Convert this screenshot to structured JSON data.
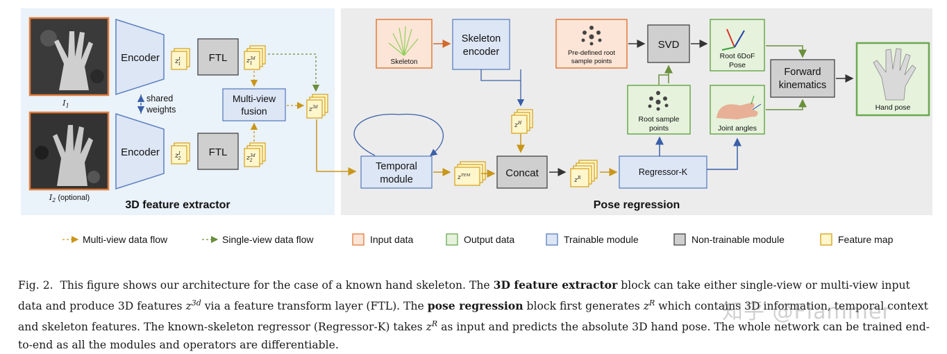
{
  "extractor": {
    "title": "3D feature extractor",
    "encoder1": "Encoder",
    "encoder2": "Encoder",
    "ftl1": "FTL",
    "ftl2": "FTL",
    "shared_line1": "shared",
    "shared_line2": "weights",
    "fusion_line1": "Multi-view",
    "fusion_line2": "fusion",
    "image1_label": "I",
    "image1_sub": "1",
    "image2_label": "I",
    "image2_sub": "2",
    "image2_note": " (optional)",
    "z1I": "z",
    "z1I_sup": "I",
    "z1I_sub": "1",
    "z2I": "z",
    "z2I_sup": "I",
    "z2I_sub": "2",
    "z13d": "z",
    "z13d_sup": "3d",
    "z13d_sub": "1",
    "z23d": "z",
    "z23d_sup": "3d",
    "z23d_sub": "2",
    "z3d": "z",
    "z3d_sup": "3d"
  },
  "regression": {
    "title": "Pose regression",
    "skeleton": "Skeleton",
    "skel_enc_line1": "Skeleton",
    "skel_enc_line2": "encoder",
    "predefined_line1": "Pre-defined root",
    "predefined_line2": "sample points",
    "svd": "SVD",
    "root6dof_line1": "Root 6DoF",
    "root6dof_line2": "Pose",
    "fk_line1": "Forward",
    "fk_line2": "kinematics",
    "hand_pose": "Hand pose",
    "root_sample_line1": "Root sample",
    "root_sample_line2": "points",
    "joint_angles": "Joint angles",
    "temporal_line1": "Temporal",
    "temporal_line2": "module",
    "concat": "Concat",
    "regressor": "Regressor-K",
    "zH": "z",
    "zH_sup": "H",
    "zTEM": "z",
    "zTEM_sup": "TEM",
    "zR": "z",
    "zR_sup": "R"
  },
  "legend": {
    "multi_view": "Multi-view data flow",
    "single_view": "Single-view data flow",
    "input": "Input data",
    "output": "Output data",
    "trainable": "Trainable module",
    "non_trainable": "Non-trainable module",
    "feature_map": "Feature map"
  },
  "caption": {
    "fig": "Fig. 2.",
    "t1": "This figure shows our architecture for the case of a known hand skeleton. The ",
    "b1": "3D feature extractor",
    "t2": " block can take either single-view or multi-view input data and produce 3D features ",
    "m1": "z",
    "m1_sup": "3d",
    "t3": " via a feature transform layer (FTL). The ",
    "b2": "pose regression",
    "t4": " block first generates ",
    "m2": "z",
    "m2_sup": "R",
    "t5": " which contains 3D information, temporal context and skeleton features. The known-skeleton regressor (Regressor-K) takes ",
    "m3": "z",
    "m3_sup": "R",
    "t6": " as input and predicts the absolute 3D hand pose. The whole network can be trained end-to-end as all the modules and operators are differentiable."
  },
  "watermark": "知乎 @Flammer",
  "colors": {
    "input_fill": "#fce5d6",
    "input_stroke": "#e07b3c",
    "output_fill": "#e6f2dc",
    "output_stroke": "#6aa84f",
    "trainable_fill": "#dde6f5",
    "trainable_stroke": "#5b7fc0",
    "nontrain_fill": "#cfcfcf",
    "nontrain_stroke": "#444444",
    "feature_fill": "#fff6cc",
    "feature_stroke": "#d4a017",
    "multi_arrow": "#c9961a",
    "single_arrow": "#6a8f3c",
    "blue_arrow": "#3a5fa8"
  }
}
